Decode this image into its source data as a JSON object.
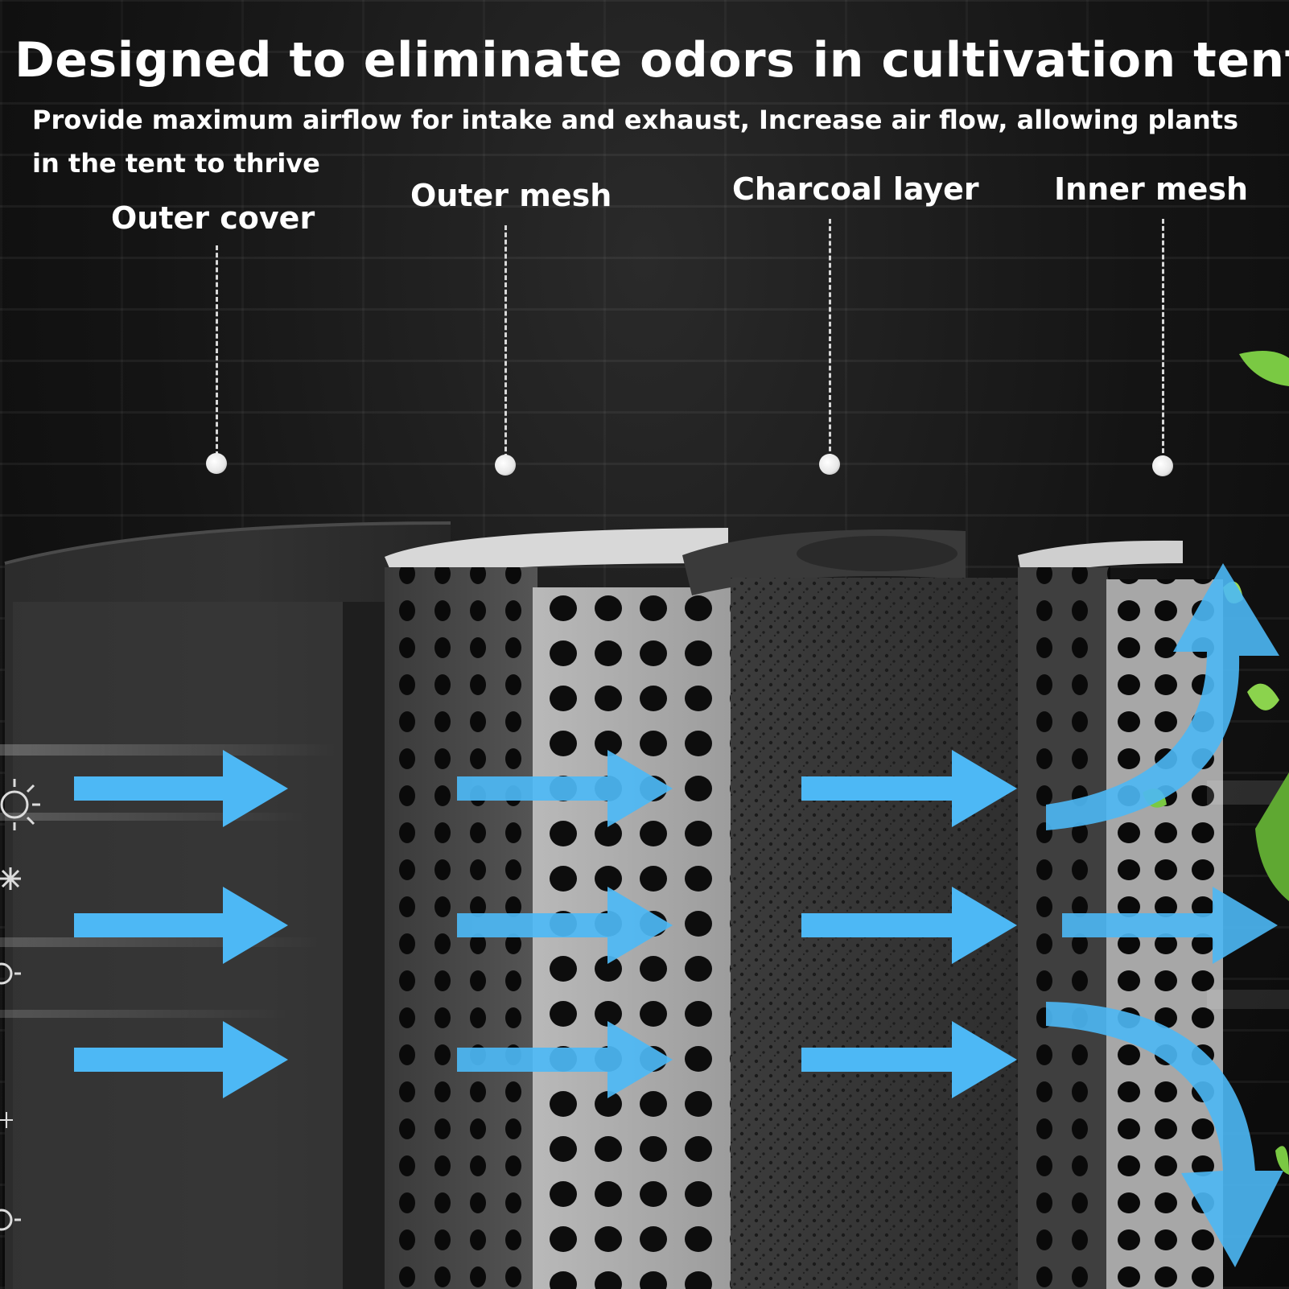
{
  "headline": "Designed to eliminate odors in cultivation tents",
  "subtitle": "Provide maximum airflow for intake and exhaust, Increase air flow, allowing plants in the tent to thrive",
  "layers": [
    {
      "label": "Outer cover"
    },
    {
      "label": "Outer mesh"
    },
    {
      "label": "Charcoal layer"
    },
    {
      "label": "Inner mesh"
    }
  ],
  "colors": {
    "background": "#0f0f0f",
    "arrow": "#4db8f5",
    "text": "#ffffff",
    "leaf": "#7ac943"
  }
}
